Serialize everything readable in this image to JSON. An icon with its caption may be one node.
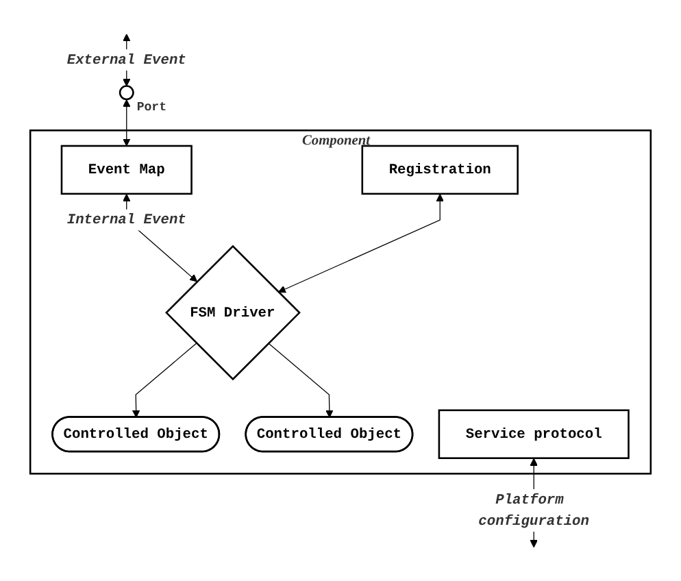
{
  "diagram": {
    "nodes": [
      {
        "text": [
          "Component"
        ]
      },
      {
        "text": [],
        "shape": "circle",
        "beside": [
          "Port"
        ]
      },
      {
        "text": [
          "Event Map"
        ],
        "in": 0
      },
      {
        "text": [
          "Registration"
        ],
        "in": 0
      },
      {
        "text": [
          "FSM Driver"
        ],
        "in": 0
      },
      {
        "text": [
          "Controlled Object"
        ],
        "in": 0
      },
      {
        "text": [
          "Controlled Object"
        ],
        "in": 0
      },
      {
        "text": [
          "Service protocol"
        ],
        "in": 0
      }
    ],
    "edges": [
      {
        "from": null,
        "to": 1,
        "arrow": "both",
        "label": "External Event"
      },
      {
        "from": 1,
        "to": 2,
        "arrow": "both"
      },
      {
        "from": 2,
        "to": 4,
        "arrow": "both",
        "label": "Internal Event"
      },
      {
        "from": 3,
        "to": 4,
        "arrow": "both"
      },
      {
        "from": 4,
        "to": 5,
        "arrow": "to"
      },
      {
        "from": 4,
        "to": 6,
        "arrow": "to"
      },
      {
        "from": 7,
        "to": null,
        "arrow": "both",
        "label": "Platform configuration"
      }
    ]
  }
}
